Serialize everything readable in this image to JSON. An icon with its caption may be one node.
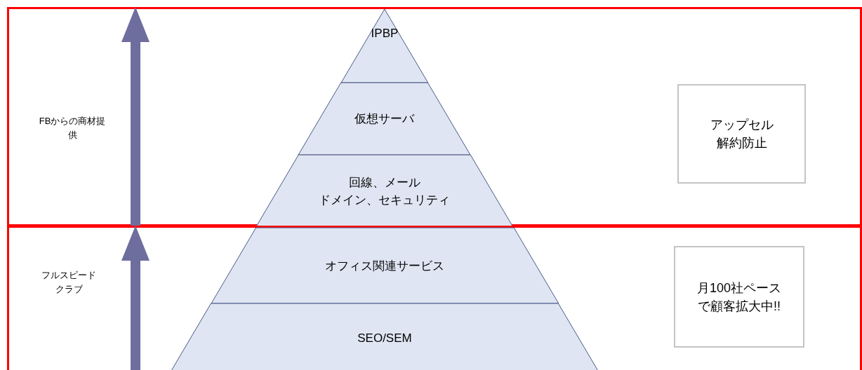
{
  "diagram": {
    "nodes": [
      {
        "text": [
          "FBからの商材提供"
        ]
      },
      {
        "text": [
          "IPBP"
        ],
        "in": 0
      },
      {
        "text": [
          "仮想サーバ"
        ],
        "in": 0
      },
      {
        "text": [
          "回線、メール",
          "ドメイン、セキュリティ"
        ],
        "in": 0
      },
      {
        "text": [
          "アップセル",
          "解約防止"
        ],
        "in": 0
      },
      {
        "text": [
          "フルスピードクラブ"
        ]
      },
      {
        "text": [
          "オフィス関連サービス"
        ],
        "in": 5
      },
      {
        "text": [
          "SEO/SEM"
        ],
        "in": 5
      },
      {
        "text": [
          "月100社ペースで顧客拡大中!!"
        ],
        "in": 5
      }
    ]
  }
}
